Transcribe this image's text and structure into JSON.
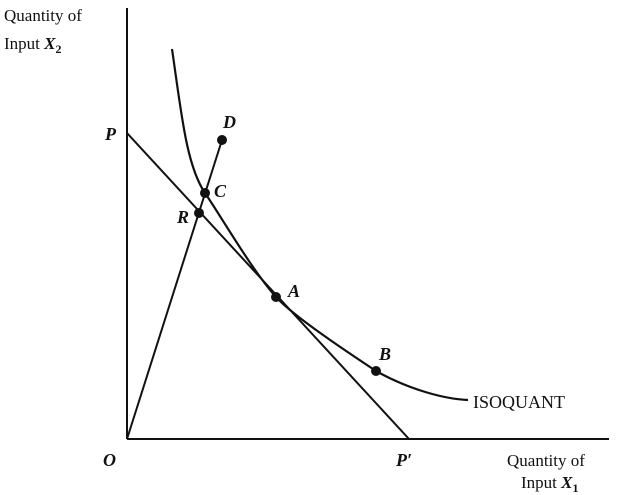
{
  "y_axis_label": {
    "line1": "Quantity of",
    "line2_prefix": "Input ",
    "line2_var": "X",
    "line2_sub": "2"
  },
  "x_axis_label": {
    "line1": "Quantity of",
    "line2_prefix": "Input ",
    "line2_var": "X",
    "line2_sub": "1"
  },
  "origin_label": "O",
  "budget_line": {
    "start_label": "P",
    "end_label": "P′"
  },
  "ray_label": "D",
  "points": {
    "A": "A",
    "B": "B",
    "C": "C",
    "R": "R"
  },
  "isoquant_label": "ISOQUANT",
  "colors": {
    "ink": "#111111",
    "background": "#ffffff"
  }
}
